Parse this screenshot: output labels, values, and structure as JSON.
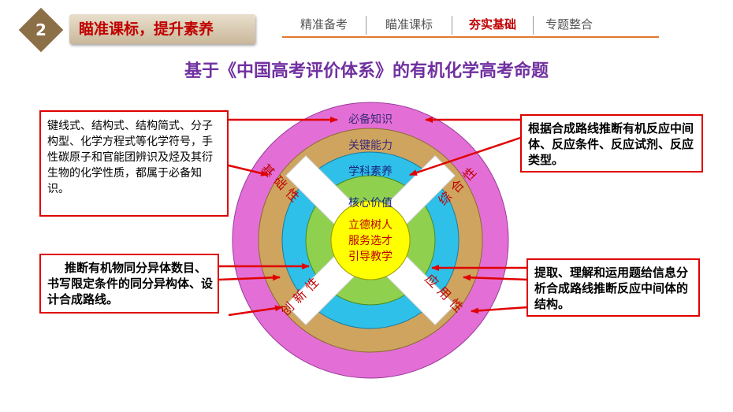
{
  "header": {
    "section_number": "2",
    "section_title": "瞄准课标，提升素养",
    "nav_items": [
      "精准备考",
      "瞄准课标",
      "夯实基础",
      "专题整合"
    ],
    "active_nav": "夯实基础"
  },
  "title": "基于《中国高考评价体系》的有机化学高考命题",
  "diagram": {
    "rings": [
      "必备知识",
      "关键能力",
      "学科素养",
      "核心价值"
    ],
    "center_lines": [
      "立德树人",
      "服务选才",
      "引导教学"
    ],
    "spokes": [
      "基础性",
      "综合性",
      "创新性",
      "应用性"
    ],
    "colors": {
      "ring1": "#e36fd6",
      "ring2": "#cfa45f",
      "ring3": "#2ec0e8",
      "ring4": "#8fd14f",
      "center": "#ffff00",
      "spoke_text": "#c00000",
      "arrow": "#e00000",
      "ring_text": "#3a2a7a"
    }
  },
  "notes": {
    "top_left": "键线式、结构式、结构简式、分子构型、化学方程式等化学符号，手性碳原子和官能团辨识及烃及其衍生物的化学性质，都属于必备知识。",
    "top_right": "根据合成路线推断有机反应中间体、反应条件、反应试剂、反应类型。",
    "bottom_left": "推断有机物同分异体数目、书写限定条件的同分异构体、设计合成路线。",
    "bottom_right": "提取、理解和运用题给信息分析合成路线推断反应中间体的结构。"
  }
}
